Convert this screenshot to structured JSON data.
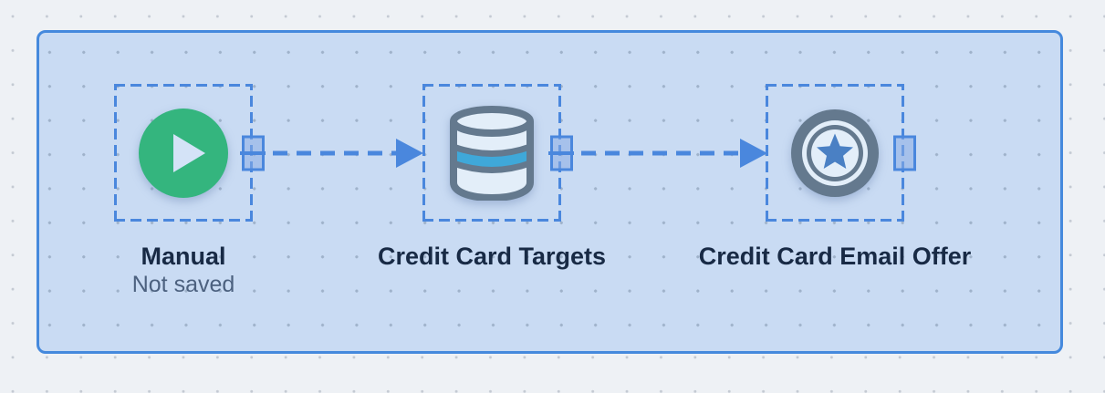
{
  "canvas": {
    "nodes": [
      {
        "title": "Manual",
        "subtitle": "Not saved",
        "icon": "play-icon",
        "type": "trigger"
      },
      {
        "title": "Credit Card Targets",
        "icon": "database-icon",
        "type": "audience"
      },
      {
        "title": "Credit Card Email Offer",
        "icon": "badge-star-icon",
        "type": "email-activity"
      }
    ],
    "connections": [
      {
        "from": "Manual",
        "to": "Credit Card Targets",
        "style": "dashed-arrow"
      },
      {
        "from": "Credit Card Targets",
        "to": "Credit Card Email Offer",
        "style": "dashed-arrow"
      }
    ],
    "colors": {
      "outer_background": "#eef1f5",
      "canvas_fill": "#c9dbf3",
      "canvas_border": "#4589dd",
      "selection_dash_blue": "#4a87dd",
      "connector_blue": "#4a87dd",
      "trigger_green": "#34b57e",
      "icon_slate": "#64798e",
      "icon_light": "#e3eef9",
      "database_band_blue": "#3fa8d9",
      "star_blue": "#4a80c4",
      "title_text": "#182a45",
      "subtitle_text": "#4c617f"
    }
  }
}
